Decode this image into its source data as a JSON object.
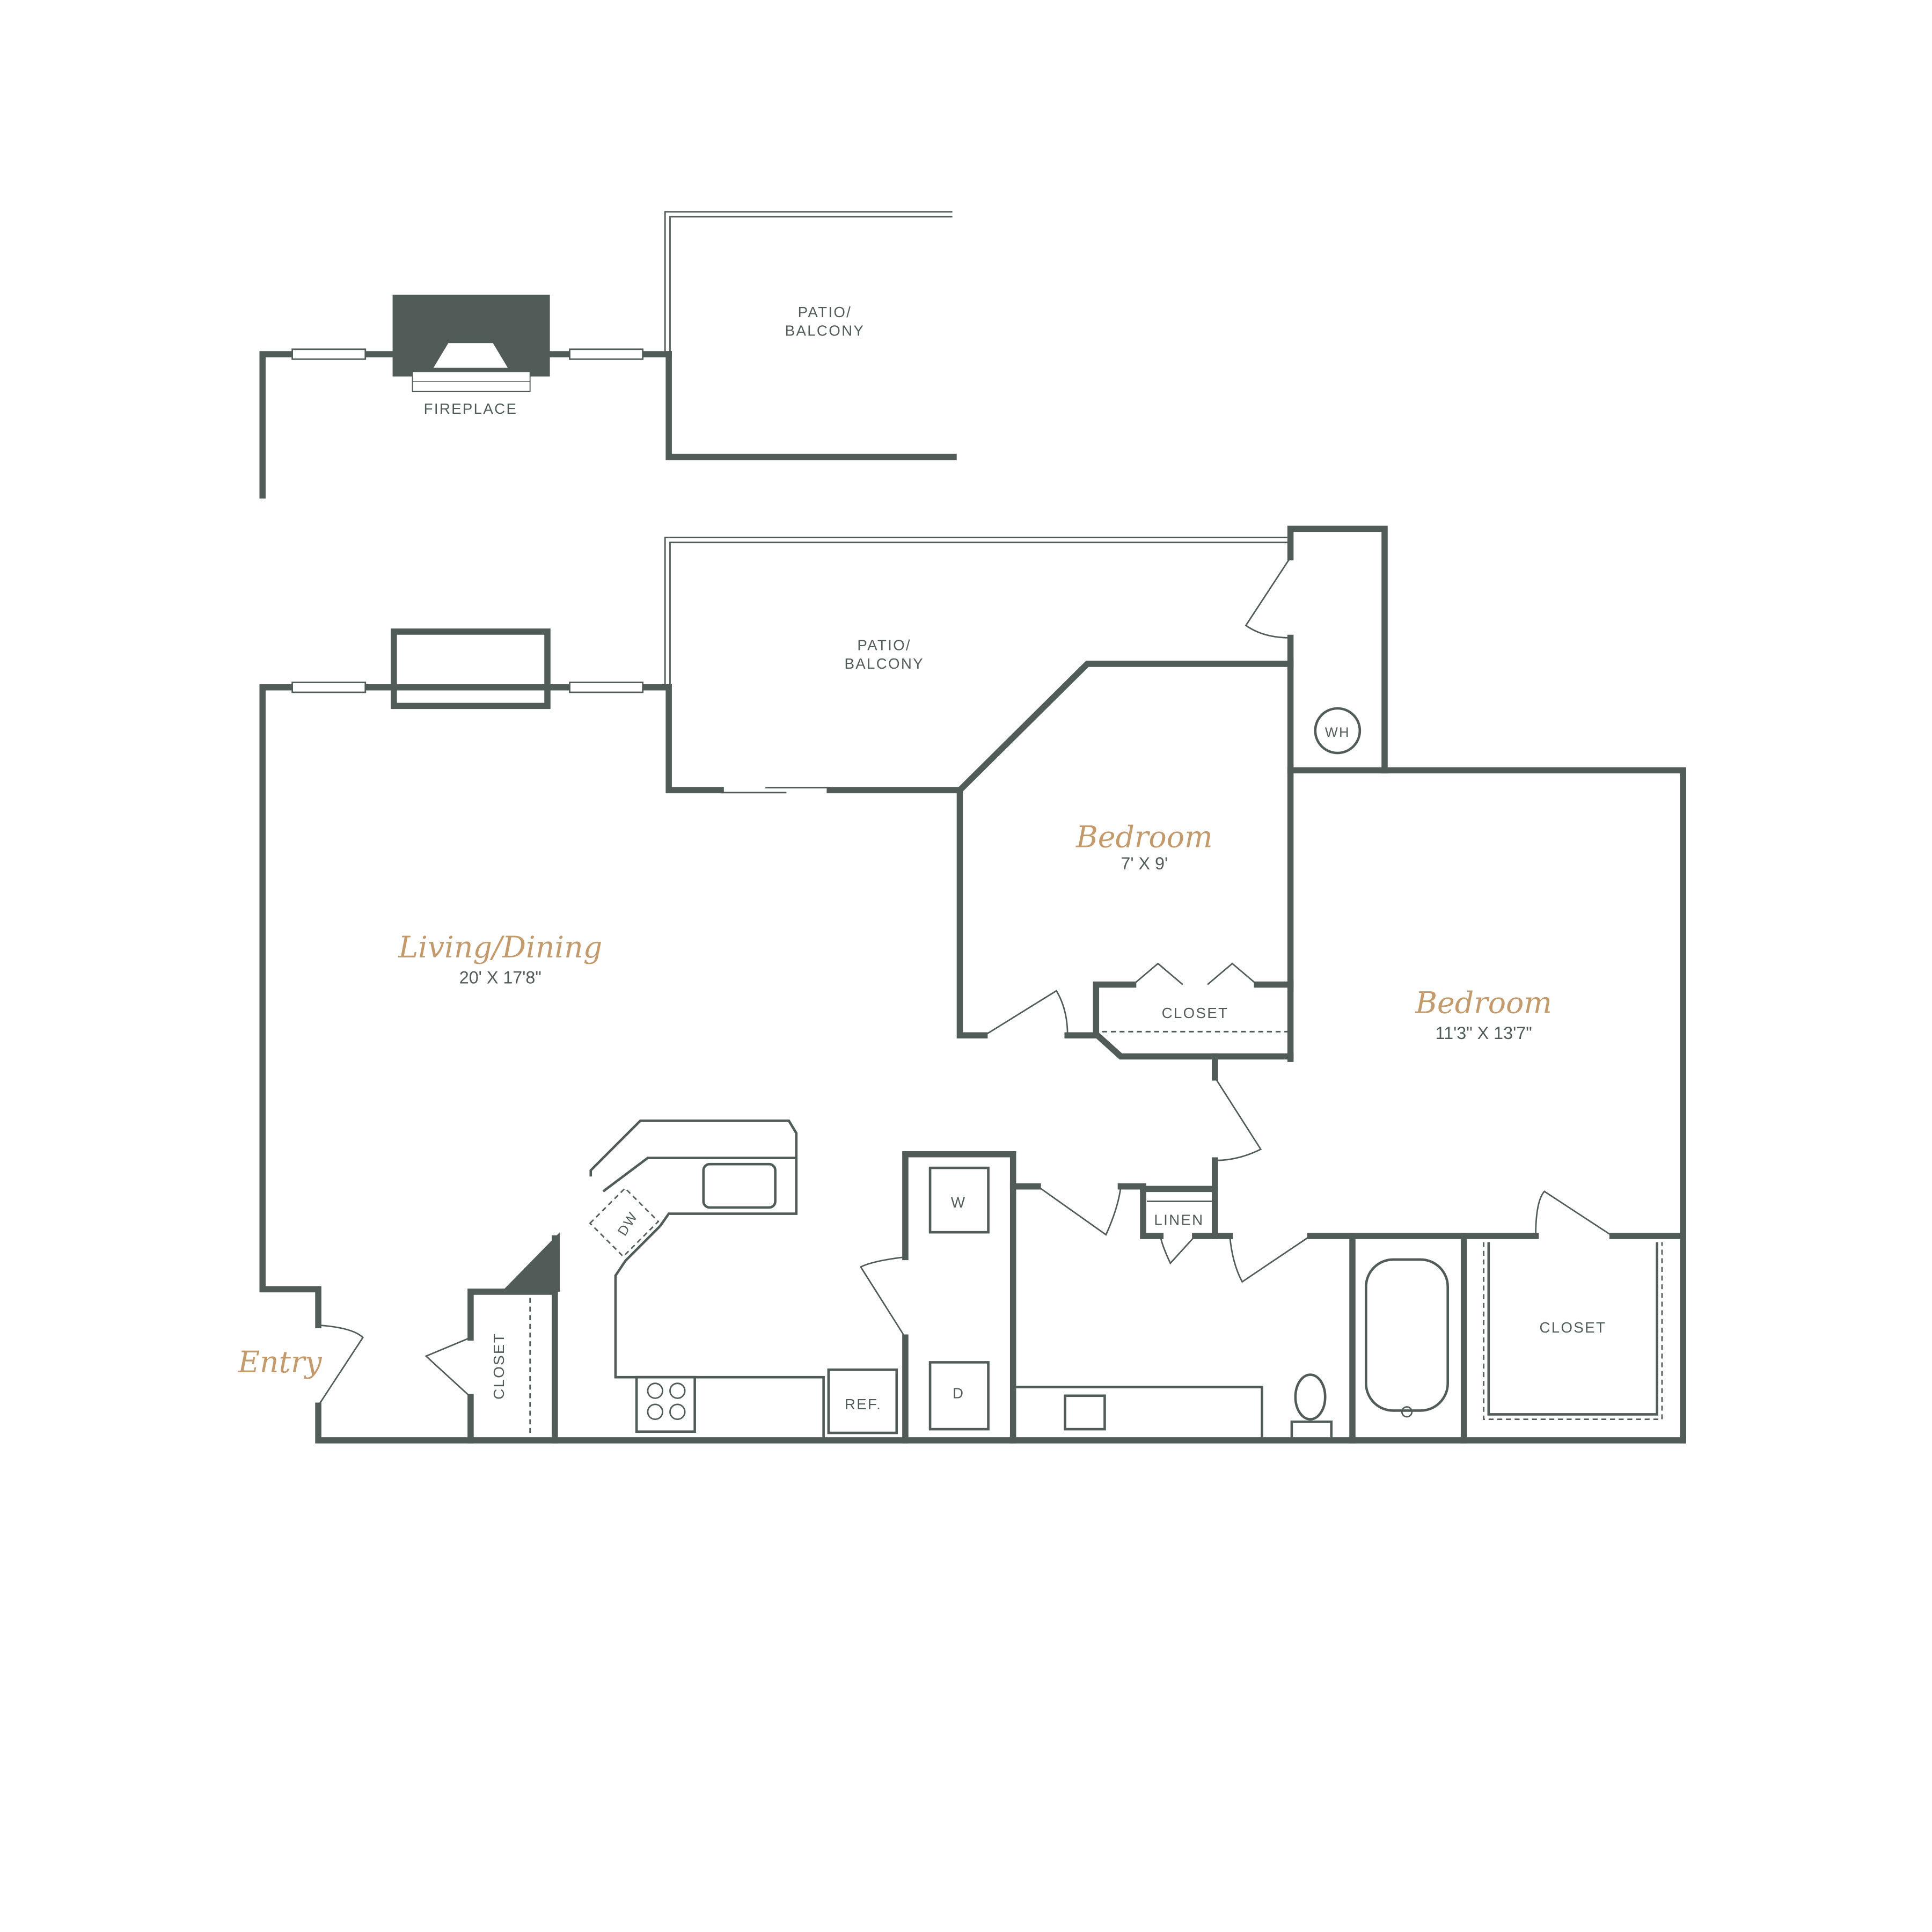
{
  "colors": {
    "wall": "#515c58",
    "accent": "#c39a6b"
  },
  "upper": {
    "fireplace": "FIREPLACE",
    "patio_line1": "PATIO/",
    "patio_line2": "BALCONY"
  },
  "main": {
    "patio_line1": "PATIO/",
    "patio_line2": "BALCONY",
    "living": {
      "name": "Living/Dining",
      "size": "20' X 17'8\""
    },
    "bedroom1": {
      "name": "Bedroom",
      "size": "7' X 9'"
    },
    "bedroom2": {
      "name": "Bedroom",
      "size": "11'3\" X 13'7\""
    },
    "entry": "Entry",
    "wh": "WH",
    "closet_bed1": "CLOSET",
    "closet_bed2": "CLOSET",
    "closet_entry": "CLOSET",
    "linen": "LINEN",
    "dw": "DW",
    "washer": "W",
    "dryer": "D",
    "ref": "REF."
  }
}
